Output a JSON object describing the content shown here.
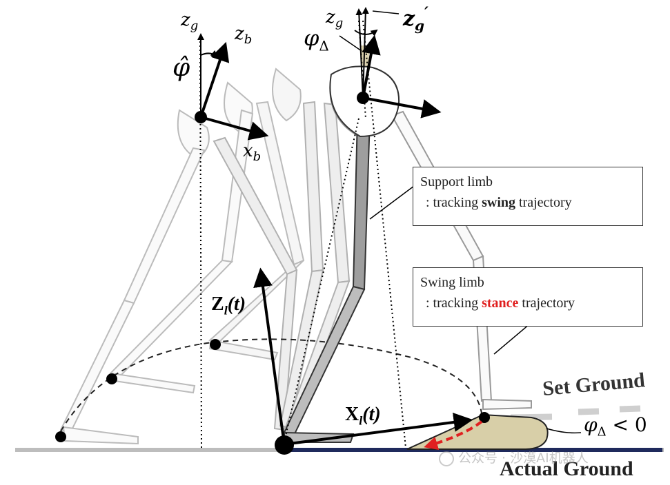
{
  "labels": {
    "zg_left": "z",
    "zg_left_sub": "g",
    "zb": "z",
    "zb_sub": "b",
    "phi_hat": "φ̂",
    "xb": "x",
    "xb_sub": "b",
    "zg_mid": "z",
    "zg_mid_sub": "g",
    "zg_prime": "z",
    "zg_prime_sub": "g",
    "zg_prime_mark": "′",
    "phi_delta": "φ",
    "phi_delta_sub": "Δ",
    "zl": "Z",
    "zl_sub": "l",
    "zl_arg": "(t)",
    "xl": "X",
    "xl_sub": "l",
    "xl_arg": "(t)",
    "phi_delta_cond": "φ",
    "phi_delta_cond_sub": "Δ",
    "phi_delta_cond_rel": " < 0",
    "set_ground": "Set Ground",
    "actual_ground": "Actual Ground"
  },
  "support_box": {
    "line1": "Support limb",
    "line2_pre": ": tracking ",
    "line2_bold": "swing",
    "line2_post": " trajectory"
  },
  "swing_box": {
    "line1": "Swing limb",
    "line2_pre": ": tracking ",
    "line2_bold": "stance",
    "line2_post": " trajectory"
  },
  "watermark": "公众号 · 沙漠AI机器人",
  "colors": {
    "stance_highlight": "#e02020",
    "actual_ground": "#1f2a5c",
    "set_ground": "#c8c8c8",
    "sand": "#d8cfa8"
  }
}
